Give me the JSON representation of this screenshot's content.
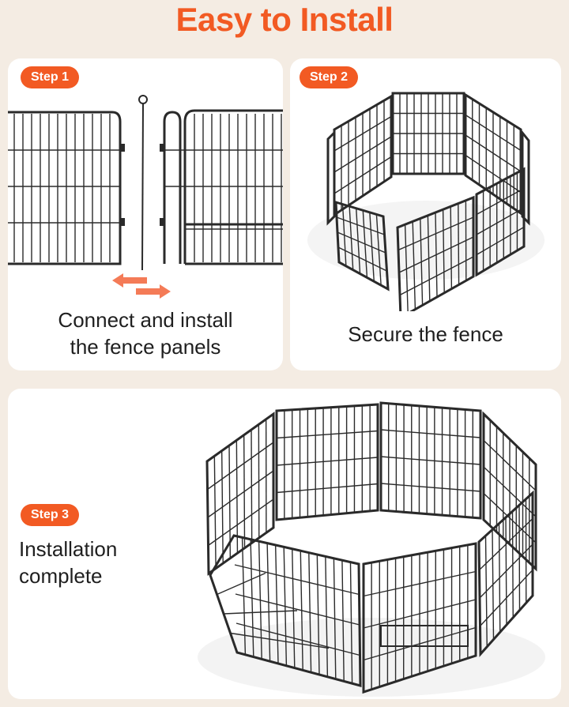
{
  "page": {
    "title": "Easy to Install",
    "accent_color": "#f25a23",
    "text_color": "#1f1f1f",
    "background_color": "#f4ece3"
  },
  "steps": [
    {
      "badge": "Step 1",
      "caption_line1": "Connect and install",
      "caption_line2": "the fence panels"
    },
    {
      "badge": "Step 2",
      "caption_line1": "Secure the fence"
    },
    {
      "badge": "Step 3",
      "caption_line1": "Installation",
      "caption_line2": "complete"
    }
  ],
  "icons": {
    "step1_arrow": "double-arrow-icon"
  }
}
